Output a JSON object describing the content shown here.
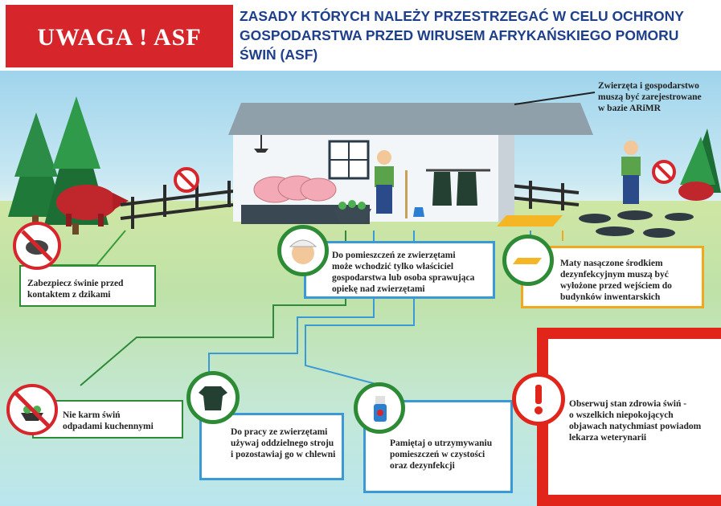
{
  "header": {
    "badge": "UWAGA ! ASF",
    "title_line1": "ZASADY KTÓRYCH NALEŻY PRZESTRZEGAĆ W CELU OCHRONY",
    "title_line2": "GOSPODARSTWA PRZED WIRUSEM AFRYKAŃSKIEGO POMORU",
    "title_line3": "ŚWIŃ (ASF)"
  },
  "notes": {
    "registration": [
      "Zwierzęta i gospodarstwo",
      "muszą być zarejestrowane",
      "w bazie ARiMR"
    ],
    "wild_boar": [
      "Zabezpiecz świnie przed",
      "kontaktem z dzikami"
    ],
    "access": [
      "Do pomieszczeń ze zwierzętami",
      "może wchodzić tylko właściciel",
      "gospodarstwa lub osoba sprawująca",
      "opiekę nad zwierzętami"
    ],
    "mats": [
      "Maty nasączone środkiem",
      "dezynfekcyjnym muszą być",
      "wyłożone przed wejściem do",
      "budynków inwentarskich"
    ],
    "feeding": [
      "Nie karm świń",
      "odpadami kuchennymi"
    ],
    "clothing": [
      "Do pracy ze zwierzętami",
      "używaj oddzielnego stroju",
      "i pozostawiaj go w chlewni"
    ],
    "cleaning": [
      "Pamiętaj o utrzymywaniu",
      "pomieszczeń w czystości",
      "oraz dezynfekcji"
    ],
    "health": [
      "Obserwuj stan zdrowia świń -",
      "o wszelkich niepokojących",
      "objawach natychmiast powiadom",
      "lekarza weterynarii"
    ]
  },
  "icons": {
    "wild_boar": "no-wild-boar-icon",
    "access": "farmer-head-icon",
    "mats": "disinfection-mat-icon",
    "feeding": "no-kitchen-waste-icon",
    "clothing": "work-shirt-icon",
    "cleaning": "disinfectant-spray-icon",
    "health": "exclamation-icon"
  },
  "colors": {
    "badge_red": "#d7262b",
    "title_blue": "#1e3f8a",
    "green_ring": "#2d8a35",
    "blue_frame": "#3a9ad6",
    "orange_frame": "#f0a81c",
    "red_frame": "#e1251b"
  }
}
